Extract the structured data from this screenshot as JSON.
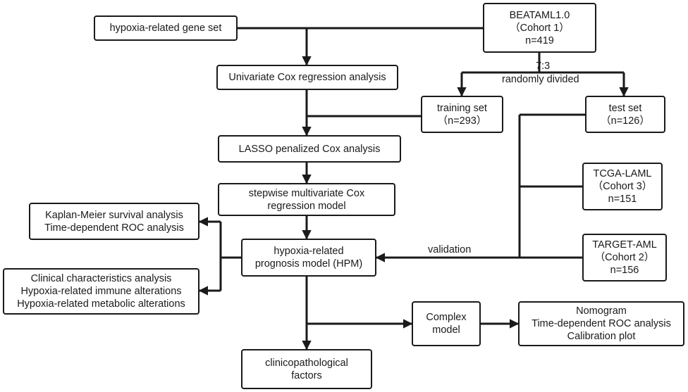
{
  "diagram": {
    "nodes": {
      "gene_set": {
        "lines": [
          "hypoxia-related gene set"
        ]
      },
      "beataml": {
        "lines": [
          "BEATAML1.0",
          "（Cohort 1）",
          "n=419"
        ]
      },
      "univariate": {
        "lines": [
          "Univariate Cox regression analysis"
        ]
      },
      "training": {
        "lines": [
          "training set",
          "（n=293）"
        ]
      },
      "test": {
        "lines": [
          "test set",
          "（n=126）"
        ]
      },
      "lasso": {
        "lines": [
          "LASSO penalized Cox analysis"
        ]
      },
      "tcga": {
        "lines": [
          "TCGA-LAML",
          "（Cohort 3）",
          "n=151"
        ]
      },
      "stepwise": {
        "lines": [
          "stepwise multivariate Cox",
          "regression model"
        ]
      },
      "km": {
        "lines": [
          "Kaplan-Meier survival analysis",
          "Time-dependent ROC analysis"
        ]
      },
      "hpm": {
        "lines": [
          "hypoxia-related",
          "prognosis model (HPM)"
        ]
      },
      "target": {
        "lines": [
          "TARGET-AML",
          "（Cohort 2）",
          "n=156"
        ]
      },
      "clinical": {
        "lines": [
          "Clinical characteristics analysis",
          "Hypoxia-related immune alterations",
          "Hypoxia-related metabolic alterations"
        ]
      },
      "complex": {
        "lines": [
          "Complex",
          "model"
        ]
      },
      "nomogram": {
        "lines": [
          "Nomogram",
          "Time-dependent ROC analysis",
          "Calibration plot"
        ]
      },
      "clinicopath": {
        "lines": [
          "clinicopathological",
          "factors"
        ]
      }
    },
    "edge_labels": {
      "ratio": "7:3",
      "divided": "randomly divided",
      "validation": "validation"
    },
    "colors": {
      "stroke": "#1a1a1a",
      "background": "#ffffff"
    }
  }
}
